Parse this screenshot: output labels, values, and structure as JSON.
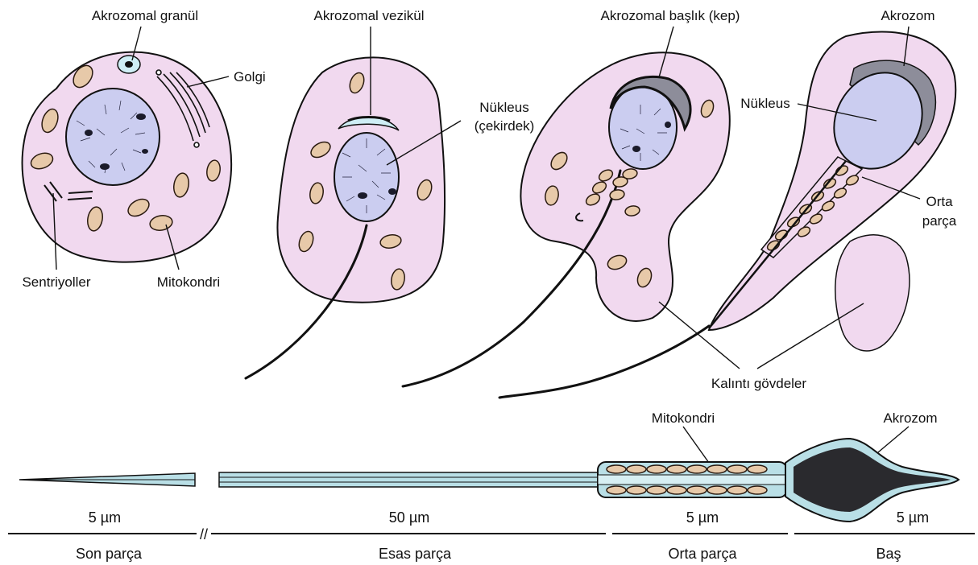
{
  "colors": {
    "cytoplasm": "#f1d9ef",
    "nucleus": "#cbcdf0",
    "mitochondria": "#e7c9a9",
    "mito_section": "#c88a6a",
    "acrosome_dark": "#8d8d9a",
    "head_dark": "#2a2a2e",
    "tail_light": "#b9dfe6",
    "outline": "#111111"
  },
  "labels": {
    "akrozomal_granul": "Akrozomal granül",
    "golgi": "Golgi",
    "sentriyoller": "Sentriyoller",
    "mitokondri_stage1": "Mitokondri",
    "akrozomal_vezikul": "Akrozomal vezikül",
    "nukleus_line1": "Nükleus",
    "nukleus_line2": "(çekirdek)",
    "akrozomal_baslik": "Akrozomal başlık (kep)",
    "akrozom_top": "Akrozom",
    "nukleus_stage4": "Nükleus",
    "orta_line1": "Orta",
    "orta_line2": "parça",
    "kalinti": "Kalıntı gövdeler",
    "mitokondri_bottom": "Mitokondri",
    "akrozom_bottom": "Akrozom"
  },
  "scale": {
    "son_len": "5 µm",
    "esas_len": "50 µm",
    "orta_len": "5 µm",
    "bas_len": "5 µm",
    "son_name": "Son parça",
    "esas_name": "Esas parça",
    "orta_name": "Orta parça",
    "bas_name": "Baş",
    "break_mark": "//"
  }
}
